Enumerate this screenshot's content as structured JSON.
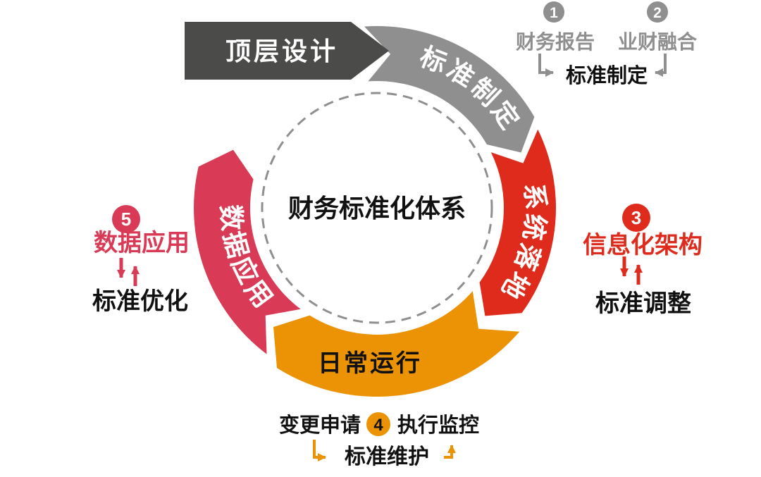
{
  "colors": {
    "dark_gray": "#4b4b49",
    "gray": "#8f8f8f",
    "red": "#de2b1c",
    "orange": "#ec9305",
    "pink": "#d93a55",
    "text_black": "#111111",
    "white": "#ffffff"
  },
  "banner": {
    "label": "顶层设计"
  },
  "hub": {
    "label": "财务标准化体系"
  },
  "ring": {
    "segments": [
      {
        "id": "standard-setting",
        "label": "标准制定"
      },
      {
        "id": "system-landing",
        "label": "系统落地"
      },
      {
        "id": "daily-operation",
        "label": "日常运行"
      },
      {
        "id": "data-application",
        "label": "数据应用"
      }
    ]
  },
  "callouts": {
    "top_right": {
      "badge1": "1",
      "item1": "财务报告",
      "badge2": "2",
      "item2": "业财融合",
      "result": "标准制定"
    },
    "right": {
      "badge": "3",
      "item": "信息化架构",
      "result": "标准调整"
    },
    "bottom": {
      "item_left": "变更申请",
      "badge": "4",
      "item_right": "执行监控",
      "result": "标准维护"
    },
    "left": {
      "badge": "5",
      "item": "数据应用",
      "result": "标准优化"
    }
  }
}
